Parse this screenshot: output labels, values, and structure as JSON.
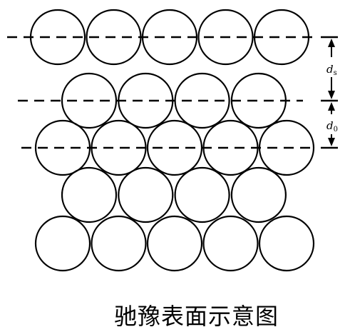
{
  "caption": "驰豫表面示意图",
  "labels": {
    "ds": {
      "main": "d",
      "sub": "s"
    },
    "d0": {
      "main": "d",
      "sub": "0"
    }
  },
  "colors": {
    "ink": "#000000",
    "background": "#ffffff"
  },
  "rows": [
    {
      "name": "relaxed-surface-row",
      "count": 5,
      "dashed_line": true
    },
    {
      "name": "second-row",
      "count": 4,
      "dashed_line": true
    },
    {
      "name": "third-row",
      "count": 5,
      "dashed_line": true
    },
    {
      "name": "fourth-row",
      "count": 4,
      "dashed_line": false
    },
    {
      "name": "fifth-row",
      "count": 5,
      "dashed_line": false
    }
  ]
}
